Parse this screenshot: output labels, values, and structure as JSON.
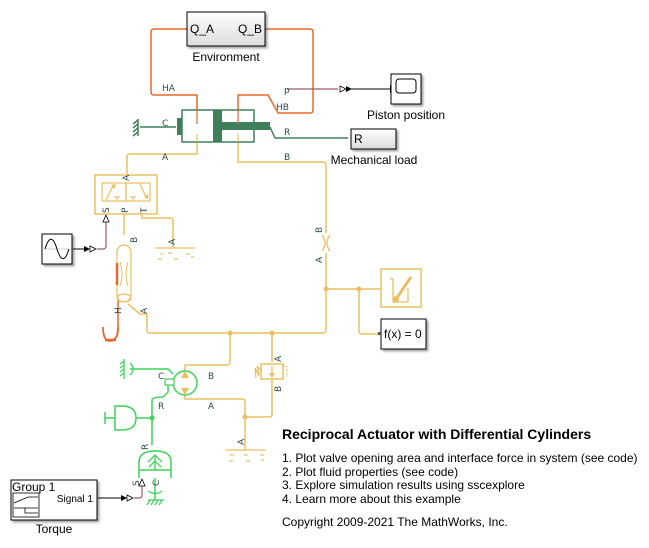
{
  "model": {
    "title": "Reciprocal Actuator with Differential Cylinders",
    "colors": {
      "hydraulic": "#EBBF60",
      "thermal": "#E8692A",
      "mechanical_dark": "#3F7F5A",
      "mechanical_rot": "#3FD35A",
      "signal": "#9B5A6A",
      "simulink": "#000000"
    }
  },
  "blocks": {
    "environment": {
      "label": "Environment",
      "port_left": "Q_A",
      "port_right": "Q_B"
    },
    "piston_position": {
      "label": "Piston position",
      "icon": "scope-icon"
    },
    "mechanical_load": {
      "label": "Mechanical load",
      "port": "R"
    },
    "cylinder": {
      "ports": {
        "ha": "HA",
        "hb": "HB",
        "p": "p",
        "c": "C",
        "r": "R",
        "a": "A",
        "b": "B"
      }
    },
    "valve": {
      "ports": {
        "a": "A",
        "s": "S",
        "p": "P",
        "t": "T"
      }
    },
    "pipe": {
      "ports": {
        "b": "B",
        "h": "H",
        "a": "A"
      }
    },
    "orifice": {
      "ports": {
        "b": "B",
        "a": "A"
      }
    },
    "reservoir_1": {
      "port": "A"
    },
    "reservoir_2": {
      "port": "A"
    },
    "fluid_properties": {
      "icon": "beaker-thermometer-icon"
    },
    "solver": {
      "label": "f(x) = 0"
    },
    "pump": {
      "ports": {
        "c": "C",
        "r": "R",
        "b": "B",
        "a": "A"
      }
    },
    "relief_valve": {
      "ports": {
        "a": "A",
        "b": "B"
      }
    },
    "inertia": {
      "icon": "inertia-icon"
    },
    "torque_source": {
      "ports": {
        "r": "R",
        "s": "S",
        "c": "C"
      }
    },
    "torque": {
      "label": "Torque",
      "group": "Group 1",
      "signal": "Signal 1"
    },
    "sine_wave": {
      "icon": "sine-wave-icon"
    }
  },
  "annotation": {
    "title": "Reciprocal Actuator with Differential Cylinders",
    "items": [
      "1. Plot valve opening area and interface force in system (see code)",
      "2. Plot fluid properties (see code)",
      "3. Explore simulation results using sscexplore",
      "4. Learn more about this example"
    ],
    "copyright": "Copyright 2009-2021 The MathWorks, Inc."
  }
}
